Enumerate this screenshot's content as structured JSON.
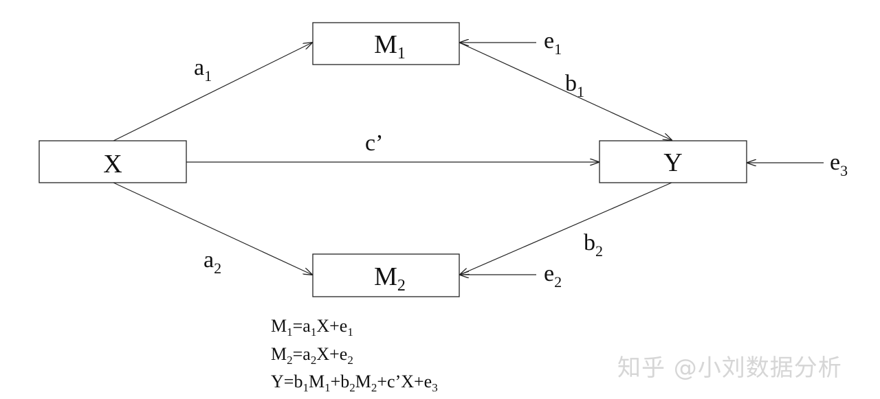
{
  "nodes": {
    "x": {
      "label": "X"
    },
    "m1": {
      "base": "M",
      "sub": "1"
    },
    "m2": {
      "base": "M",
      "sub": "2"
    },
    "y": {
      "label": "Y"
    }
  },
  "paths": {
    "a1": {
      "base": "a",
      "sub": "1"
    },
    "a2": {
      "base": "a",
      "sub": "2"
    },
    "b1": {
      "base": "b",
      "sub": "1"
    },
    "b2": {
      "base": "b",
      "sub": "2"
    },
    "c_prime": {
      "label": "c’"
    }
  },
  "errors": {
    "e1": {
      "base": "e",
      "sub": "1"
    },
    "e2": {
      "base": "e",
      "sub": "2"
    },
    "e3": {
      "base": "e",
      "sub": "3"
    }
  },
  "equations": {
    "eq1": [
      {
        "t": "M"
      },
      {
        "t": "1",
        "sub": true
      },
      {
        "t": "=a"
      },
      {
        "t": "1",
        "sub": true
      },
      {
        "t": "X+e"
      },
      {
        "t": "1",
        "sub": true
      }
    ],
    "eq2": [
      {
        "t": "M"
      },
      {
        "t": "2",
        "sub": true
      },
      {
        "t": "=a"
      },
      {
        "t": "2",
        "sub": true
      },
      {
        "t": "X+e"
      },
      {
        "t": "2",
        "sub": true
      }
    ],
    "eq3": [
      {
        "t": "Y=b"
      },
      {
        "t": "1",
        "sub": true
      },
      {
        "t": "M"
      },
      {
        "t": "1",
        "sub": true
      },
      {
        "t": "+b"
      },
      {
        "t": "2",
        "sub": true
      },
      {
        "t": "M"
      },
      {
        "t": "2",
        "sub": true
      },
      {
        "t": "+c’X+e"
      },
      {
        "t": "3",
        "sub": true
      }
    ]
  },
  "watermark": {
    "text": "知乎 @小刘数据分析"
  }
}
